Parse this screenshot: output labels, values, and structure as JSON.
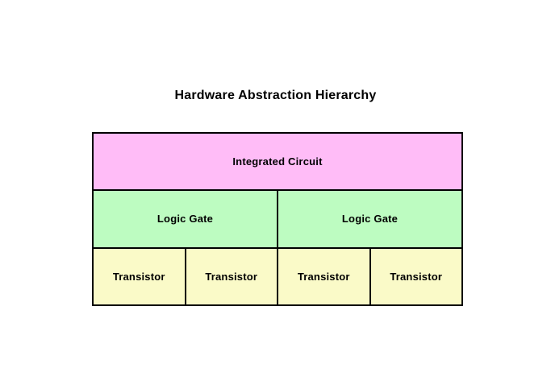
{
  "title": "Hardware Abstraction Hierarchy",
  "diagram": {
    "border_color": "#000000",
    "text_color": "#000000",
    "levels": [
      {
        "name": "integrated-circuit-level",
        "color": "#ffbcf7",
        "cells": [
          "Integrated Circuit"
        ]
      },
      {
        "name": "logic-gate-level",
        "color": "#bdfcc1",
        "cells": [
          "Logic Gate",
          "Logic Gate"
        ]
      },
      {
        "name": "transistor-level",
        "color": "#fafac8",
        "cells": [
          "Transistor",
          "Transistor",
          "Transistor",
          "Transistor"
        ]
      }
    ]
  }
}
